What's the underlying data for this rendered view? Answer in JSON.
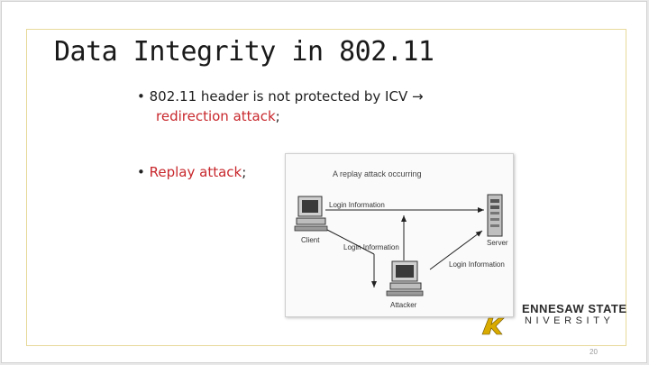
{
  "slide": {
    "title": "Data Integrity in 802.11",
    "bullets": [
      {
        "marker": "•",
        "text": "802.11 header is not protected by ICV",
        "arrow": "→",
        "red_text": "redirection attack",
        "tail": ";"
      },
      {
        "marker": "•",
        "red_text": "Replay attack",
        "tail": ";"
      }
    ],
    "figure": {
      "title": "A replay attack occurring",
      "labels": {
        "login_top": "Login Information",
        "login_mid": "Login Information",
        "login_right": "Login Information",
        "client": "Client",
        "server": "Server",
        "attacker": "Attacker"
      }
    },
    "logo": {
      "line1": "ENNESAW STATE",
      "line2": "NIVERSITY"
    },
    "page_number": "20"
  },
  "colors": {
    "accent_red": "#c8282d",
    "frame_gold": "#e8d99a",
    "logo_gold": "#f2c200"
  }
}
